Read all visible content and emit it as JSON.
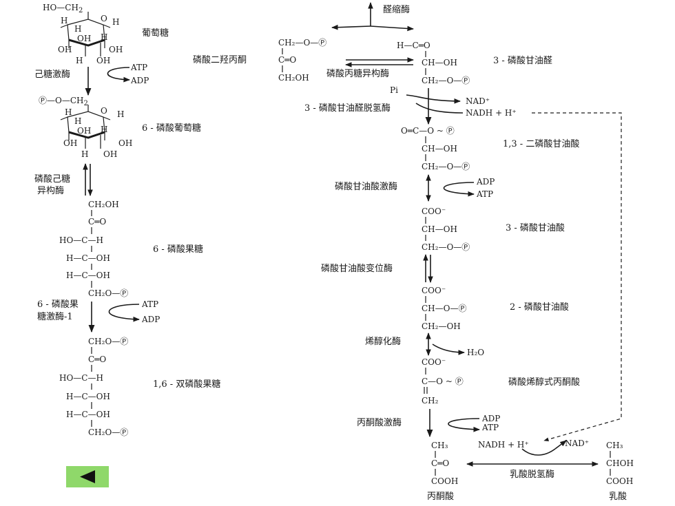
{
  "left": {
    "glucose": {
      "ho_ch2": "HO—CH",
      "sub2": "2",
      "name": "葡萄糖",
      "atoms": [
        "H",
        "H",
        "O",
        "H",
        "OH",
        "H",
        "OH",
        "OH",
        "H",
        "OH"
      ]
    },
    "hexokinase": {
      "name": "己糖激酶",
      "atp": "ATP",
      "adp": "ADP"
    },
    "g6p": {
      "prefix": "Ⓟ—O—CH",
      "sub2": "2",
      "name": "6 - 磷酸葡萄糖",
      "atoms": [
        "H",
        "H",
        "O",
        "H",
        "OH",
        "H",
        "OH",
        "OH",
        "H",
        "OH"
      ]
    },
    "isomerase": {
      "line1": "磷酸己糖",
      "line2": "异构酶"
    },
    "f6p": {
      "name": "6 - 磷酸果糖",
      "rows": [
        "CH₂OH",
        "C═O",
        "HO—C—H",
        "H—C—OH",
        "H—C—OH",
        "CH₂O—Ⓟ"
      ]
    },
    "pfk": {
      "line1": "6 - 磷酸果",
      "line2": "糖激酶-1",
      "atp": "ATP",
      "adp": "ADP"
    },
    "f16bp": {
      "name": "1,6 - 双磷酸果糖",
      "rows": [
        "CH₂O—Ⓟ",
        "C═O",
        "HO—C—H",
        "H—C—OH",
        "H—C—OH",
        "CH₂O—Ⓟ"
      ]
    }
  },
  "right": {
    "aldolase": "醛缩酶",
    "dhap": {
      "name": "磷酸二羟丙酮",
      "rows": [
        "CH₂—O—Ⓟ",
        "C═O",
        "CH₂OH"
      ]
    },
    "tpi": "磷酸丙糖异构酶",
    "g3p": {
      "name": "3 - 磷酸甘油醛",
      "rows": [
        "H—C═O",
        "CH—OH",
        "CH₂—O—Ⓟ"
      ]
    },
    "gapdh": {
      "name": "3 - 磷酸甘油醛脱氢酶",
      "pi": "Pi",
      "nad": "NAD⁺",
      "nadh": "NADH + H⁺"
    },
    "bpg13": {
      "name": "1,3 - 二磷酸甘油酸",
      "rows": [
        "O═C—O ~ Ⓟ",
        "CH—OH",
        "CH₂—O—Ⓟ"
      ]
    },
    "pgk": {
      "name": "磷酸甘油酸激酶",
      "adp": "ADP",
      "atp": "ATP"
    },
    "pg3": {
      "name": "3 - 磷酸甘油酸",
      "rows": [
        "COO⁻",
        "CH—OH",
        "CH₂—O—Ⓟ"
      ]
    },
    "pgm": "磷酸甘油酸变位酶",
    "pg2": {
      "name": "2 - 磷酸甘油酸",
      "rows": [
        "COO⁻",
        "CH—O—Ⓟ",
        "CH₂—OH"
      ]
    },
    "enolase": {
      "name": "烯醇化酶",
      "h2o": "H₂O"
    },
    "pep": {
      "name": "磷酸烯醇式丙酮酸",
      "rows": [
        "COO⁻",
        "C—O ~ Ⓟ",
        "CH₂"
      ]
    },
    "pk": {
      "name": "丙酮酸激酶",
      "adp": "ADP",
      "atp": "ATP"
    },
    "pyruvate": {
      "name": "丙酮酸",
      "rows": [
        "CH₃",
        "C═O",
        "COOH"
      ]
    },
    "ldh": {
      "name": "乳酸脱氢酶",
      "nadh": "NADH + H⁺",
      "nad": "NAD⁺"
    },
    "lactate": {
      "name": "乳酸",
      "rows": [
        "CH₃",
        "CHOH",
        "COOH"
      ]
    }
  },
  "nav": {
    "back_icon": "left-triangle-icon",
    "color": "#8fd86a"
  }
}
